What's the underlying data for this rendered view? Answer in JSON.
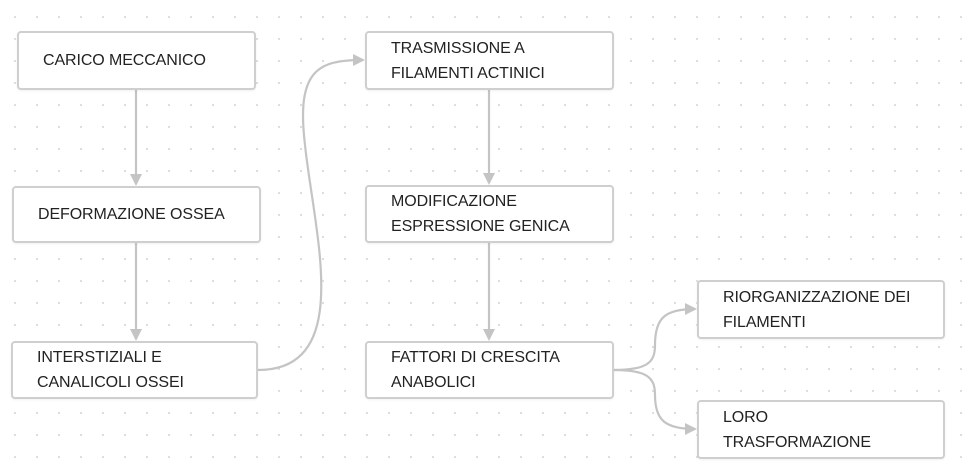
{
  "diagram": {
    "nodes": [
      {
        "id": "carico",
        "text": "CARICO MECCANICO"
      },
      {
        "id": "deform",
        "text": "DEFORMAZIONE OSSEA"
      },
      {
        "id": "inter",
        "text": "INTERSTIZIALI E\nCANALICOLI OSSEI"
      },
      {
        "id": "trasm",
        "text": "TRASMISSIONE A\nFILAMENTI ACTINICI"
      },
      {
        "id": "modif",
        "text": "MODIFICAZIONE\nESPRESSIONE GENICA"
      },
      {
        "id": "fatt",
        "text": "FATTORI DI CRESCITA\nANABOLICI"
      },
      {
        "id": "riorg",
        "text": "RIORGANIZZAZIONE DEI\nFILAMENTI"
      },
      {
        "id": "loro",
        "text": "LORO\nTRASFORMAZIONE"
      }
    ],
    "edges": [
      {
        "from": "carico",
        "to": "deform"
      },
      {
        "from": "deform",
        "to": "inter"
      },
      {
        "from": "inter",
        "to": "trasm"
      },
      {
        "from": "trasm",
        "to": "modif"
      },
      {
        "from": "modif",
        "to": "fatt"
      },
      {
        "from": "fatt",
        "to": "riorg"
      },
      {
        "from": "fatt",
        "to": "loro"
      }
    ],
    "colors": {
      "node_border": "#cfcfcf",
      "edge": "#c4c4c4",
      "text": "#222222",
      "background_dots": "#dcdcdc"
    }
  }
}
